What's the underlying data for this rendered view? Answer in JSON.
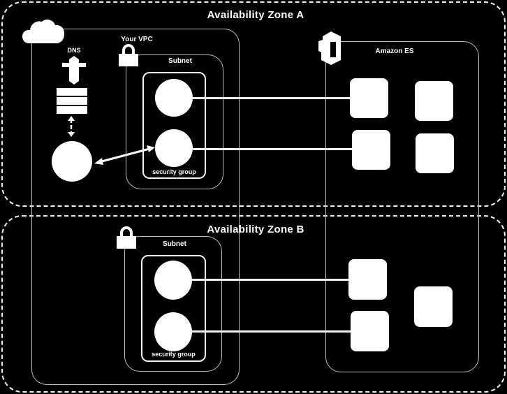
{
  "zones": [
    {
      "title": "Availability Zone A"
    },
    {
      "title": "Availability Zone B"
    }
  ],
  "vpc": {
    "label": "Your VPC"
  },
  "dns": {
    "label": "DNS"
  },
  "subnets": [
    {
      "label": "Subnet",
      "security_group_label": "security group"
    },
    {
      "label": "Subnet",
      "security_group_label": "security group"
    }
  ],
  "amazon_es": {
    "label": "Amazon ES"
  },
  "icons": {
    "cloud": "cloud-icon",
    "lock": "lock-icon",
    "dns": "dns-signpost-icon",
    "server_stack": "server-stack-icon",
    "elasticsearch": "amazon-es-icon"
  },
  "colors": {
    "background": "#000000",
    "foreground": "#ffffff",
    "border": "#bdbdbd"
  }
}
